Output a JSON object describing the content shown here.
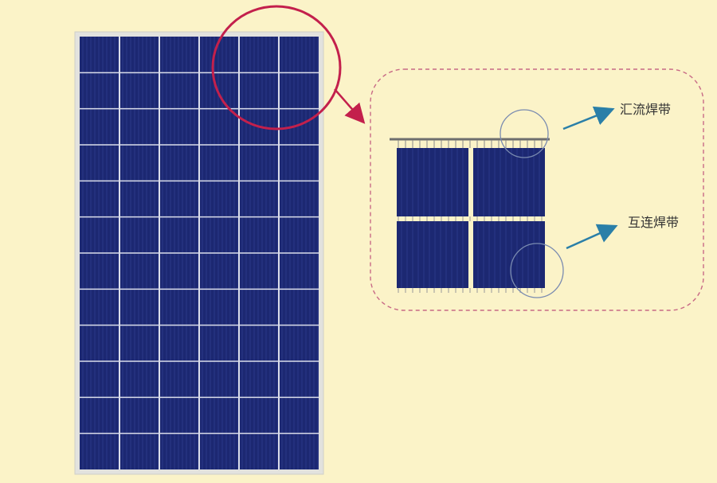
{
  "diagram": {
    "panel": {
      "rows": 12,
      "cols": 6,
      "cell_color": "#1C2872",
      "frame_color": "#E2E2DE",
      "grid_color": "#DADDEA"
    },
    "highlight_circle_color": "#C3204C",
    "callout_border_color": "#C86A86",
    "zoom_circle_color": "#7A8BB0",
    "arrow_color": "#2A7FA8",
    "labels": {
      "bus_ribbon": "汇流焊带",
      "interconnect_ribbon": "互连焊带"
    }
  }
}
